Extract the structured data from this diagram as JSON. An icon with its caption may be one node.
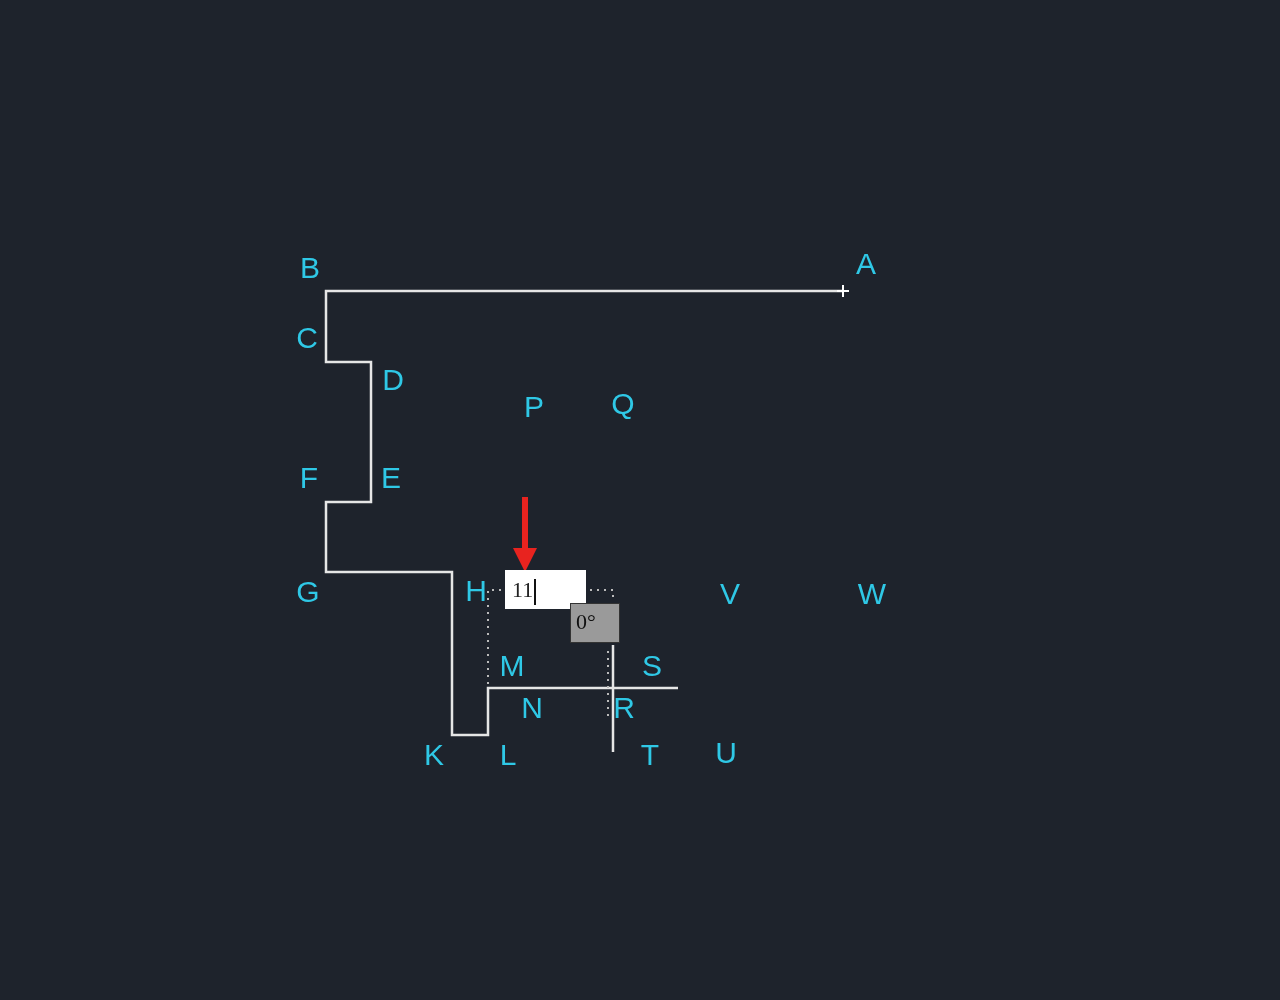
{
  "diagram": {
    "labels": [
      "B",
      "A",
      "C",
      "D",
      "P",
      "Q",
      "F",
      "E",
      "G",
      "H",
      "11",
      "V",
      "W",
      "0°",
      "M",
      "S",
      "N",
      "R",
      "K",
      "L",
      "T",
      "U"
    ]
  }
}
